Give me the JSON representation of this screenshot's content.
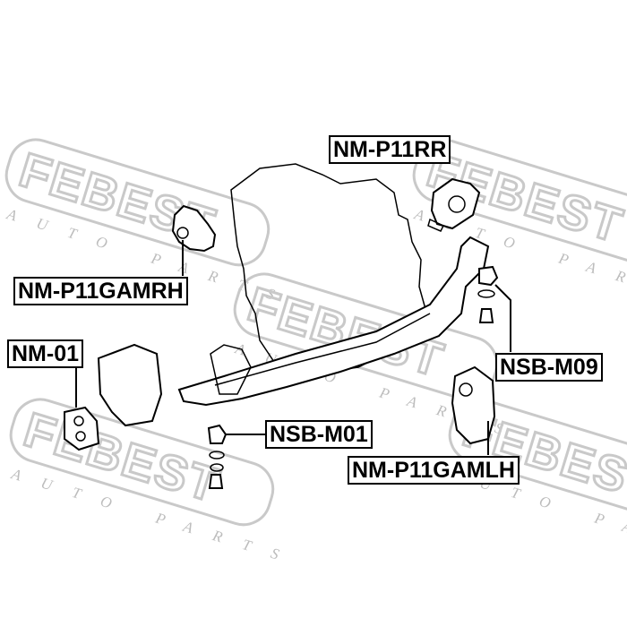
{
  "watermark": {
    "brand": "FEBEST",
    "tagline": "AUTO PARTS",
    "color": "#c9c9c9"
  },
  "labels": {
    "rear_mount": "NM-P11RR",
    "right_mount": "NM-P11GAMRH",
    "front_mount": "NM-01",
    "bushing_m09": "NSB-M09",
    "bushing_m01": "NSB-M01",
    "left_mount": "NM-P11GAMLH"
  }
}
